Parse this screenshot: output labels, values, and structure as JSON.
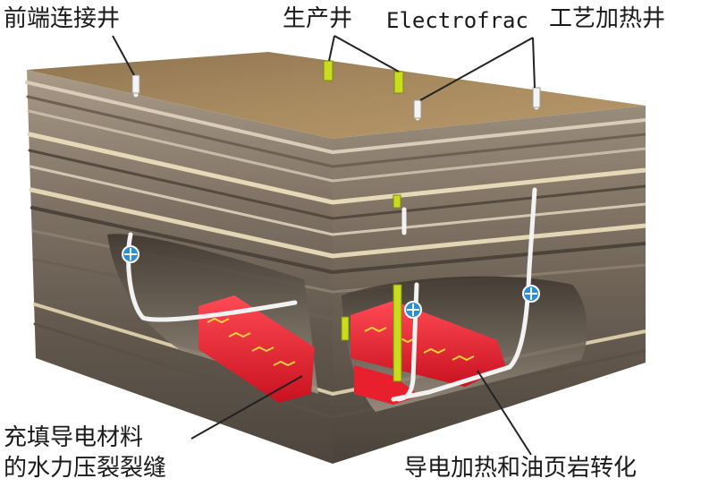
{
  "labels": {
    "front_connect_well": "前端连接井",
    "production_well": "生产井",
    "electrofrac_process": "Electrofrac",
    "electrofrac_heating_well": "工艺加热井",
    "fill_material_line1": "充填导电材料",
    "fill_material_line2": "的水力压裂裂缝",
    "conductive_heating": "导电加热和油页岩转化"
  },
  "colors": {
    "top_soil": "#a6855a",
    "rock_dark": "#5c5249",
    "rock_light": "#b7aa98",
    "fracture_red": "#e8202d",
    "production_well": "#c9dc1e",
    "heating_well": "#f2f2f2",
    "connector_blue": "#2a8fd6"
  }
}
